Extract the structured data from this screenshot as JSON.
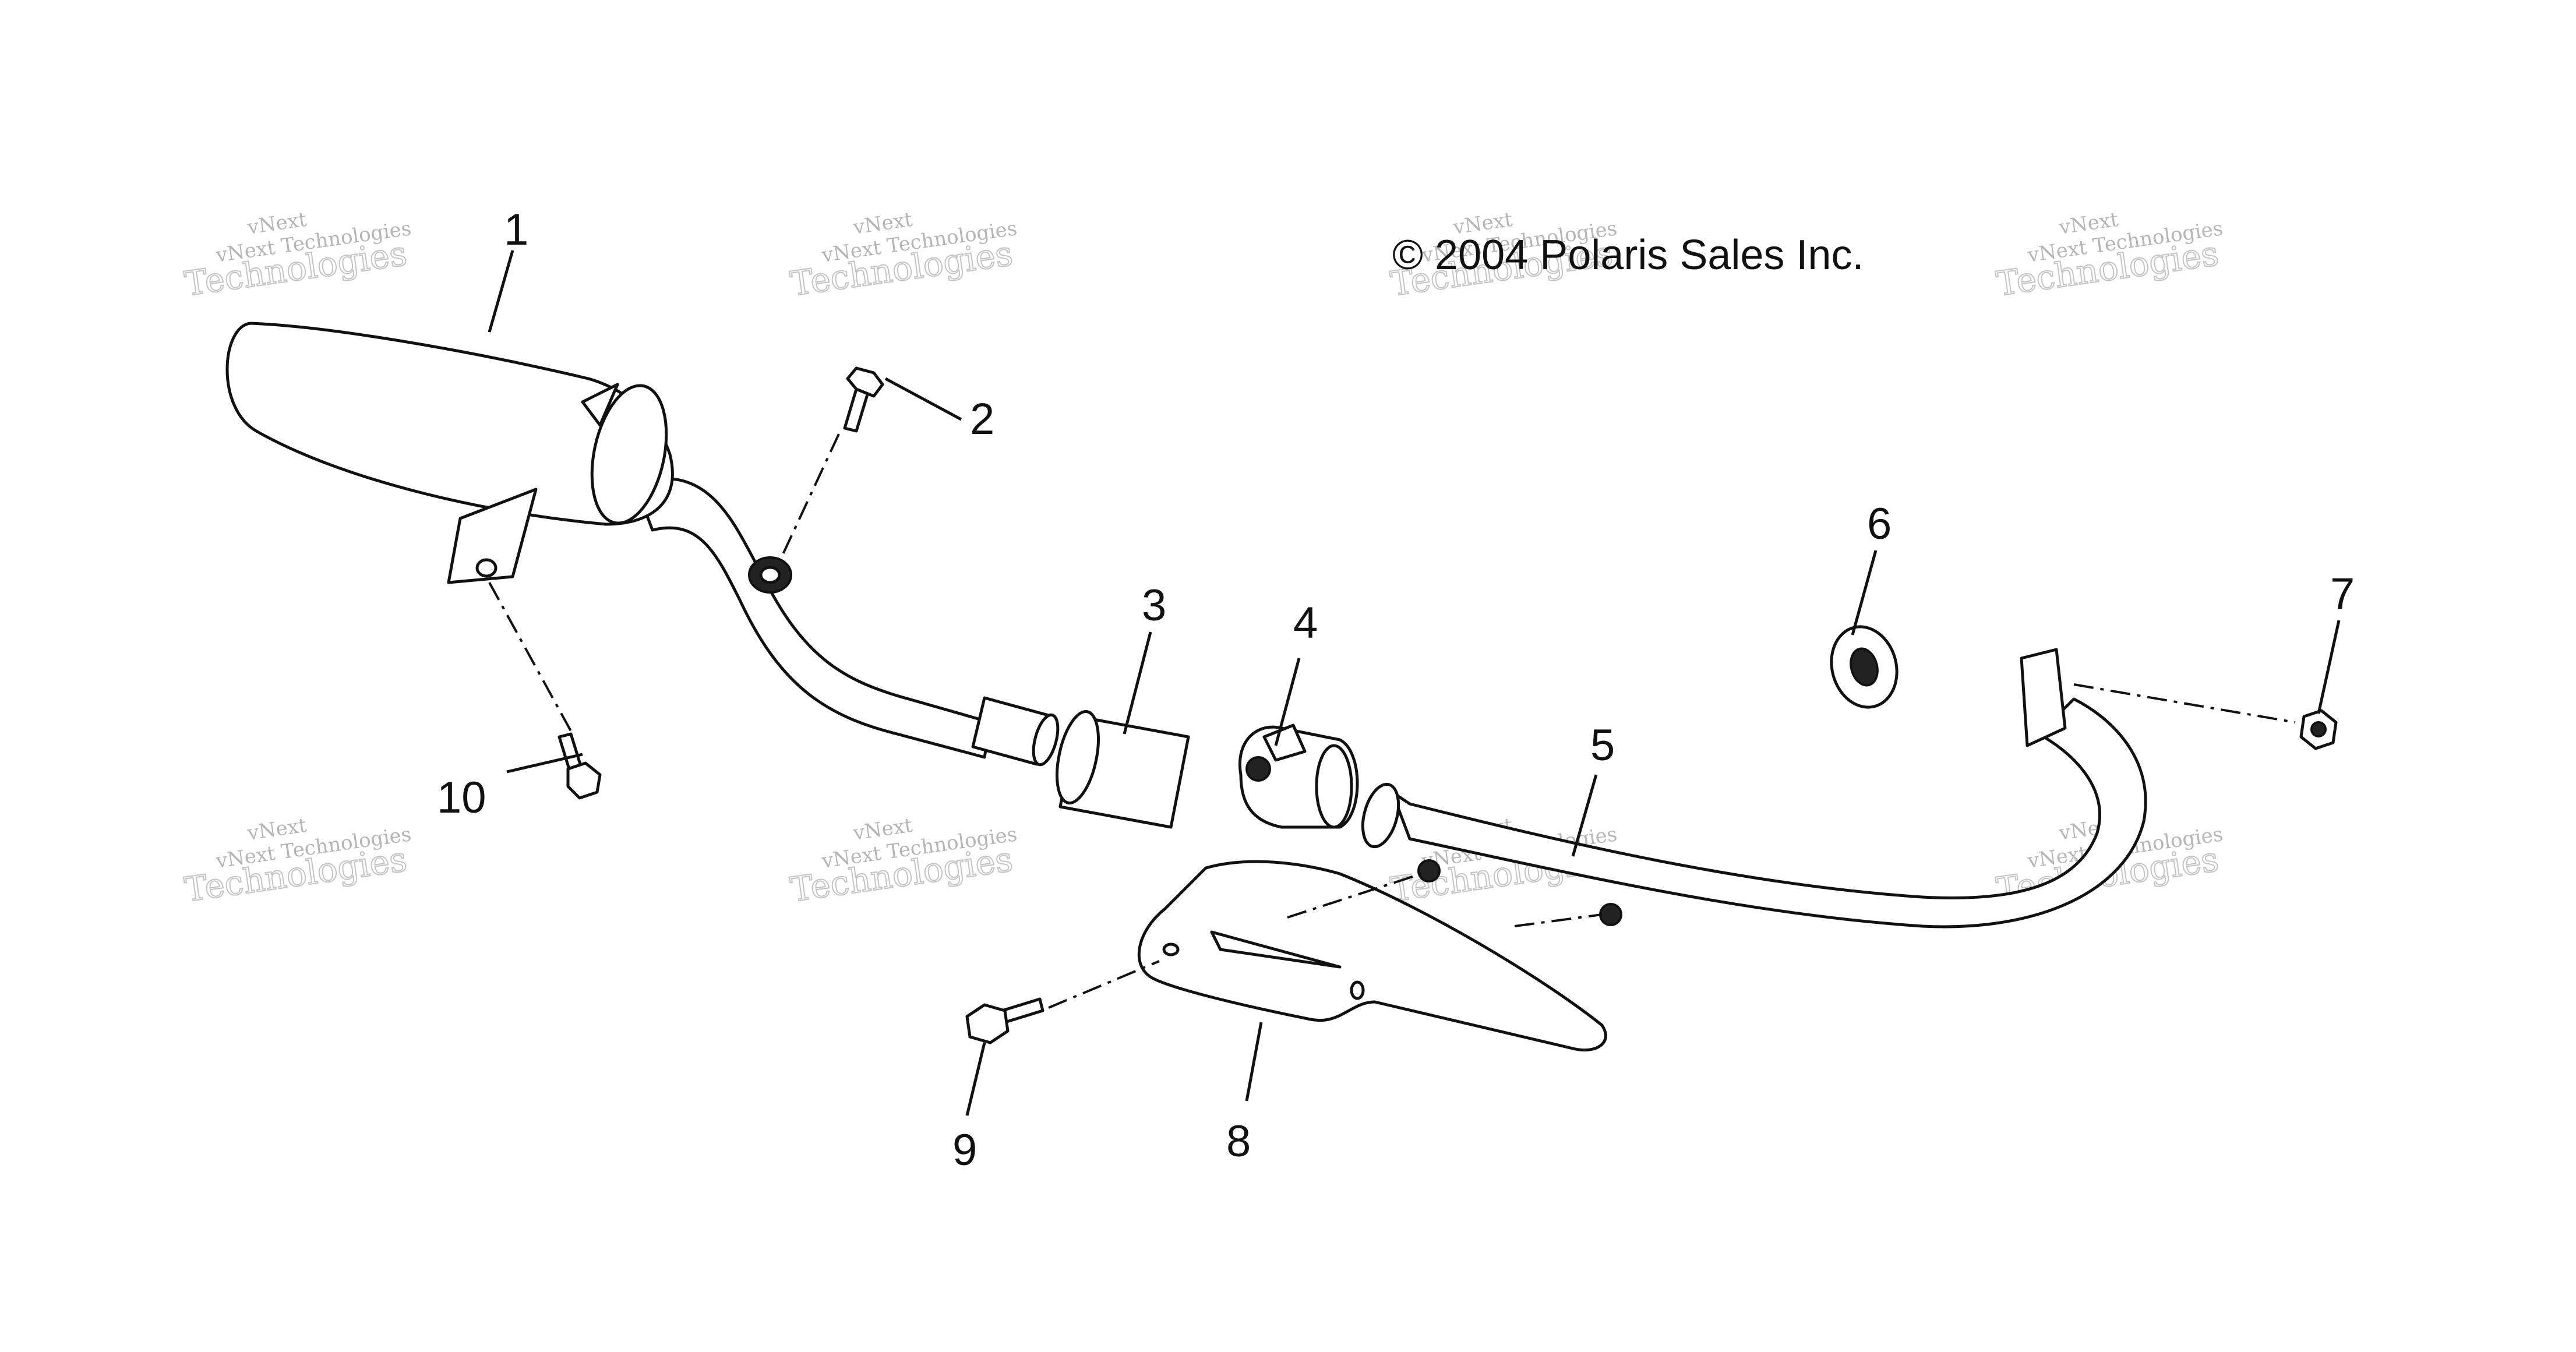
{
  "copyright": "© 2004 Polaris Sales Inc.",
  "watermark": {
    "line1": "vNext",
    "line2": "vNext Technologies",
    "line3": "Technologies"
  },
  "callouts": [
    "1",
    "2",
    "3",
    "4",
    "5",
    "6",
    "7",
    "8",
    "9",
    "10"
  ],
  "colors": {
    "line": "#111111",
    "watermark": "#b5b5b5",
    "background": "#ffffff"
  }
}
